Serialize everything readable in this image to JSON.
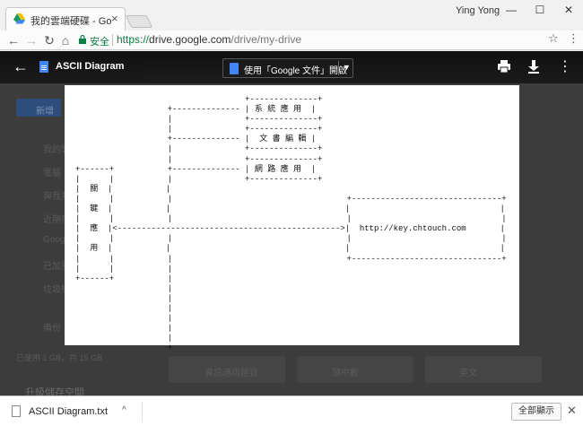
{
  "browser": {
    "tab_title": "我的雲端硬碟 - Google 雲",
    "tab_close": "×",
    "user_name": "Ying Yong",
    "window_buttons": {
      "minimize": "—",
      "maximize": "☐",
      "close": "✕"
    },
    "nav": {
      "back": "←",
      "forward": "→",
      "reload": "↻",
      "home": "⌂"
    },
    "secure_label": "安全",
    "url_scheme": "https://",
    "url_host": "drive.google.com",
    "url_path": "/drive/my-drive",
    "star": "☆",
    "menu": "⋮"
  },
  "background": {
    "items": [
      "我的雲",
      "電腦",
      "與我共",
      "近期存",
      "Googl",
      "已加星",
      "垃圾桶",
      "備份",
      "已使用 1 GB，共 15 GB",
      "升級儲存空間"
    ],
    "new_button": "新增",
    "cards": [
      "資訊適用題目",
      "頂中數",
      "英文"
    ]
  },
  "viewer": {
    "back_icon": "←",
    "file_title": "ASCII Diagram",
    "open_with": "使用「Google 文件」開啟",
    "open_with_caret": "▼",
    "more_icon": "⋮",
    "document_text": "                                   +--------------+\n                   +-------------- | 系 統 應 用  |\n                   |               +--------------+\n                   |               +--------------+\n                   +-------------- |  文 書 編 輯 |\n                   |               +--------------+\n                   |               +--------------+\n+------+           +-------------- | 網 路 應 用  |\n|      |           |               +--------------+\n|  關  |           |\n|      |           |                                    +-------------------------------+\n|  鍵  |           |                                    |                               |\n|      |           |                                    |                               |\n|  應  |<---------------------------------------------->|  http://key.chtouch.com       |\n|      |           |                                    |                               |\n|  用  |           |                                    |                               |\n|      |           |                                    +-------------------------------+\n|      |           |\n+------+           |\n                   |\n                   |\n                   |\n                   |\n                   |\n                   |\n                   +"
  },
  "download_shelf": {
    "file_name": "ASCII Diagram.txt",
    "caret": "^",
    "show_all": "全部顯示",
    "close": "✕"
  },
  "colors": {
    "accent_green": "#0b8043",
    "doc_blue": "#4285f4",
    "viewer_bg": "#3c3c3c"
  },
  "icons": {
    "tab_favicon": "google-drive-icon",
    "print": "print-icon",
    "download": "download-icon",
    "lock": "lock-icon",
    "doc": "google-docs-icon"
  }
}
